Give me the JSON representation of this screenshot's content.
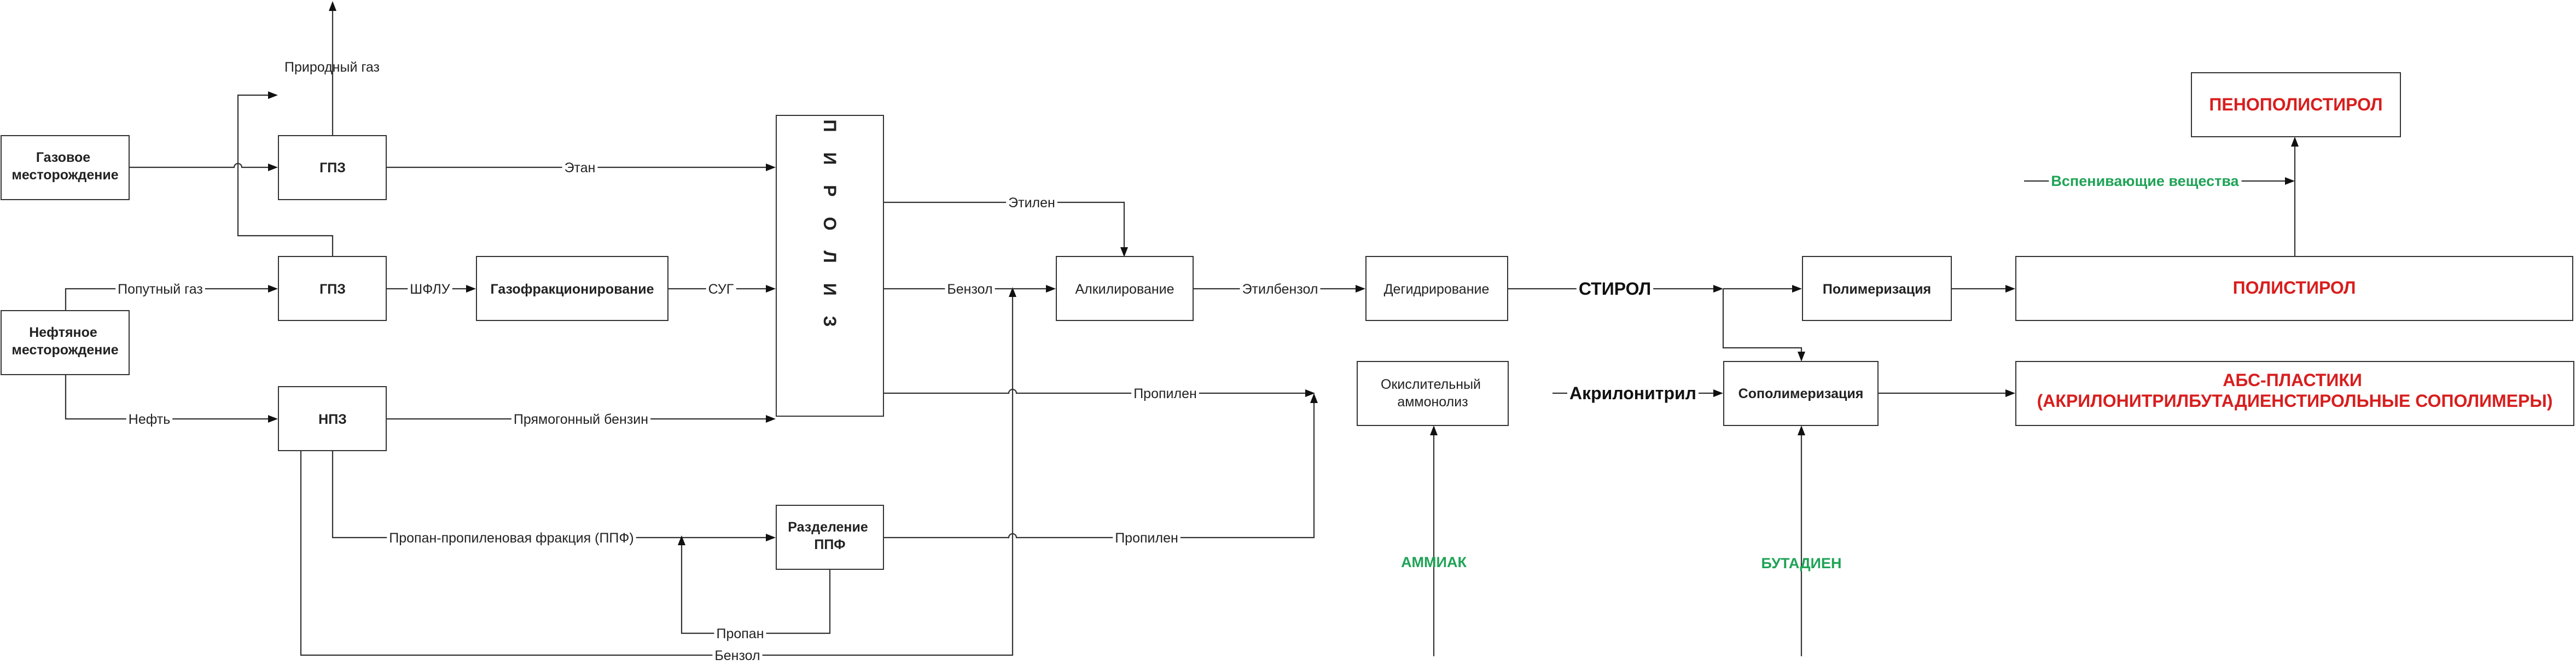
{
  "colors": {
    "red": "#d81e1e",
    "green": "#1fa356",
    "line": "#333333",
    "text": "#222222"
  },
  "nodes": {
    "gas_field": [
      "Газовое",
      "месторождение"
    ],
    "oil_field": [
      "Нефтяное",
      "месторождение"
    ],
    "gpz_top": "ГПЗ",
    "gpz_mid": "ГПЗ",
    "npz": "НПЗ",
    "gas_fractionation": "Газофракционирование",
    "pyrolysis": "П И Р О Л И З",
    "ppf_separation": [
      "Разделение",
      "ППФ"
    ],
    "alkylation": "Алкилирование",
    "dehydrogenation": "Дегидрирование",
    "oxidative_ammonolysis": [
      "Окислительный",
      "аммонолиз"
    ],
    "polymerization": "Полимеризация",
    "copolymerization": "Сополимеризация",
    "polystyrene_foam": "ПЕНОПОЛИСТИРОЛ",
    "polystyrene": "ПОЛИСТИРОЛ",
    "abs_plastics": [
      "АБС-ПЛАСТИКИ",
      "(АКРИЛОНИТРИЛБУТАДИЕНСТИРОЛЬНЫЕ СОПОЛИМЕРЫ)"
    ]
  },
  "edges": {
    "natural_gas": "Природный газ",
    "ethane": "Этан",
    "associated_gas": "Попутный газ",
    "shflu": "ШФЛУ",
    "lpg": "СУГ",
    "oil": "Нефть",
    "straight_run_gasoline": "Прямогонный бензин",
    "propane_propylene_fraction": "Пропан-пропиленовая фракция (ППФ)",
    "propane": "Пропан",
    "benzene_bottom": "Бензол",
    "ethylene": "Этилен",
    "benzene": "Бензол",
    "ethylbenzene": "Этилбензол",
    "styrene": "СТИРОЛ",
    "propylene_top": "Пропилен",
    "propylene_bottom": "Пропилен",
    "acrylonitrile": "Акрилонитрил",
    "foaming_agents": "Вспенивающие вещества",
    "ammonia": "АММИАК",
    "butadiene": "БУТАДИЕН"
  }
}
